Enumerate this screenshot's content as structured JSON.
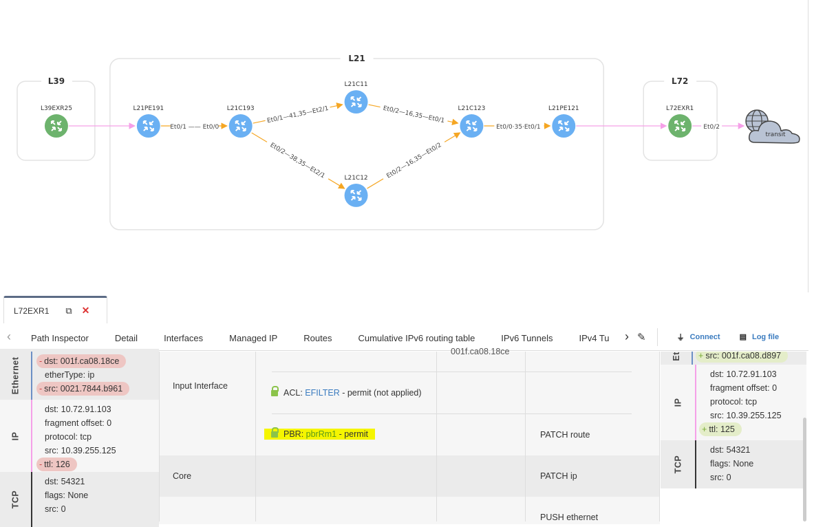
{
  "topology": {
    "groups": [
      {
        "name": "L39"
      },
      {
        "name": "L21"
      },
      {
        "name": "L72"
      }
    ],
    "nodes": [
      {
        "name": "L39EXR25",
        "color": "#6db36d"
      },
      {
        "name": "L21PE191",
        "color": "#6ab0f3"
      },
      {
        "name": "L21C193",
        "color": "#6ab0f3"
      },
      {
        "name": "L21C11",
        "color": "#6ab0f3"
      },
      {
        "name": "L21C12",
        "color": "#6ab0f3"
      },
      {
        "name": "L21C123",
        "color": "#6ab0f3"
      },
      {
        "name": "L21PE121",
        "color": "#6ab0f3"
      },
      {
        "name": "L72EXR1",
        "color": "#6db36d"
      }
    ],
    "cloud": {
      "label": "transit"
    },
    "edge_labels": {
      "pe191_c193": "Et0/1 —— Et0/0",
      "c193_c11": "Et0/1—41,35—Et2/1",
      "c193_c12": "Et0/2—38,35—Et2/1",
      "c11_c123": "Et0/2—16,35—Et0/1",
      "c12_c123": "Et0/2—16,35—Et0/2",
      "c123_pe121": "Et0/0·35·Et0/1",
      "exr1_transit": "Et0/2"
    },
    "colors": {
      "path": "#f5a623",
      "external": "#f5a0e8"
    }
  },
  "device_tab": {
    "label": "L72EXR1",
    "open_icon": "external-link-icon",
    "close_icon": "close-icon"
  },
  "tabs": [
    "Path Inspector",
    "Detail",
    "Interfaces",
    "Managed IP",
    "Routes",
    "Cumulative IPv6 routing table",
    "IPv6 Tunnels",
    "IPv4 Tu"
  ],
  "active_tab": "Path Inspector",
  "toolbar": {
    "connect": "Connect",
    "log_file": "Log file"
  },
  "packet_in": {
    "ethernet": {
      "label": "Ethernet",
      "fields": [
        {
          "t": "dst: 001f.ca08.18ce",
          "mark": "-"
        },
        {
          "t": "etherType: ip"
        },
        {
          "t": "src: 0021.7844.b961",
          "mark": "-"
        }
      ]
    },
    "ip": {
      "label": "IP",
      "fields": [
        {
          "t": "dst: 10.72.91.103"
        },
        {
          "t": "fragment offset: 0"
        },
        {
          "t": "protocol: tcp"
        },
        {
          "t": "src: 10.39.255.125"
        },
        {
          "t": "ttl: 126",
          "mark": "-"
        }
      ]
    },
    "tcp": {
      "label": "TCP",
      "fields": [
        {
          "t": "dst: 54321"
        },
        {
          "t": "flags: None"
        },
        {
          "t": "src: 0"
        }
      ]
    }
  },
  "steps": {
    "cut_text": "001f.ca08.18ce",
    "input_interface": "Input Interface",
    "acl": {
      "prefix": "ACL: ",
      "name": "EFILTER",
      "suffix": " - permit (not applied)"
    },
    "pbr": {
      "prefix": "PBR: ",
      "name": "pbrRm1",
      "suffix": " - permit"
    },
    "core": "Core",
    "patch_route": "PATCH route",
    "patch_ip": "PATCH ip",
    "push_ethernet": "PUSH ethernet"
  },
  "packet_out": {
    "ethernet": {
      "label": "Et",
      "fields": [
        {
          "t": "src: 001f.ca08.d897",
          "mark": "+"
        }
      ]
    },
    "ip": {
      "label": "IP",
      "fields": [
        {
          "t": "dst: 10.72.91.103"
        },
        {
          "t": "fragment offset: 0"
        },
        {
          "t": "protocol: tcp"
        },
        {
          "t": "src: 10.39.255.125"
        },
        {
          "t": "ttl: 125",
          "mark": "+"
        }
      ]
    },
    "tcp": {
      "label": "TCP",
      "fields": [
        {
          "t": "dst: 54321"
        },
        {
          "t": "flags: None"
        },
        {
          "t": "src: 0"
        }
      ]
    }
  }
}
